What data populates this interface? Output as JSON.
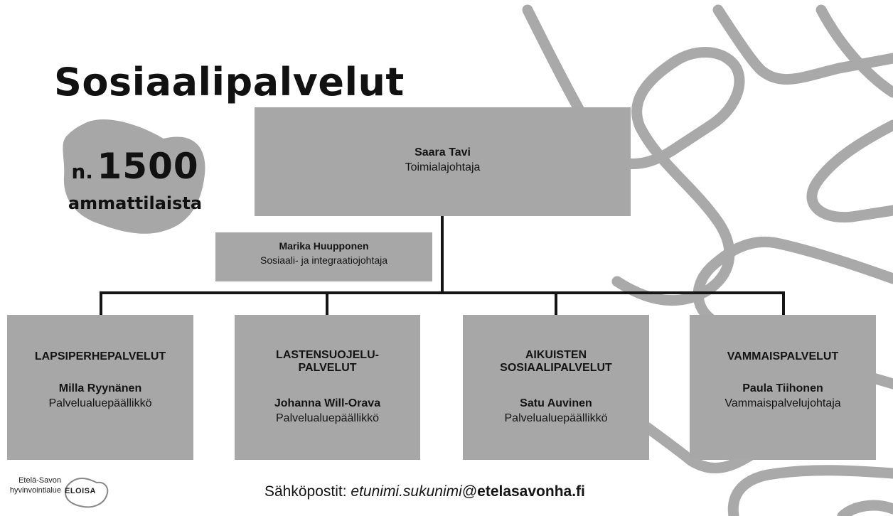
{
  "title": "Sosiaalipalvelut",
  "headcount": {
    "prefix": "n.",
    "number": "1500",
    "label": "ammattilaista"
  },
  "director": {
    "name": "Saara Tavi",
    "role": "Toimialajohtaja"
  },
  "deputy": {
    "name": "Marika Huupponen",
    "role": "Sosiaali- ja integraatiojohtaja"
  },
  "units": [
    {
      "unit_line1": "LAPSIPERHEPALVELUT",
      "unit_line2": "",
      "name": "Milla Ryynänen",
      "role": "Palvelualuepäällikkö"
    },
    {
      "unit_line1": "LASTENSUOJELU-",
      "unit_line2": "PALVELUT",
      "name": "Johanna Will-Orava",
      "role": "Palvelualuepäällikkö"
    },
    {
      "unit_line1": "AIKUISTEN",
      "unit_line2": "SOSIAALIPALVELUT",
      "name": "Satu Auvinen",
      "role": "Palvelualuepäällikkö"
    },
    {
      "unit_line1": "VAMMAISPALVELUT",
      "unit_line2": "",
      "name": "Paula Tiihonen",
      "role": "Vammaispalvelujohtaja"
    }
  ],
  "footer": {
    "email_label": "Sähköpostit: ",
    "email_local": "etunimi.sukunimi",
    "email_at": "@",
    "email_domain": "etelasavonha.fi"
  },
  "logo": {
    "region_line1": "Etelä-Savon",
    "region_line2": "hyvinvointialue",
    "brand": "ELOISA"
  },
  "colors": {
    "box": "#a7a7a7",
    "decor": "#a9a9a9",
    "line": "#151515"
  }
}
